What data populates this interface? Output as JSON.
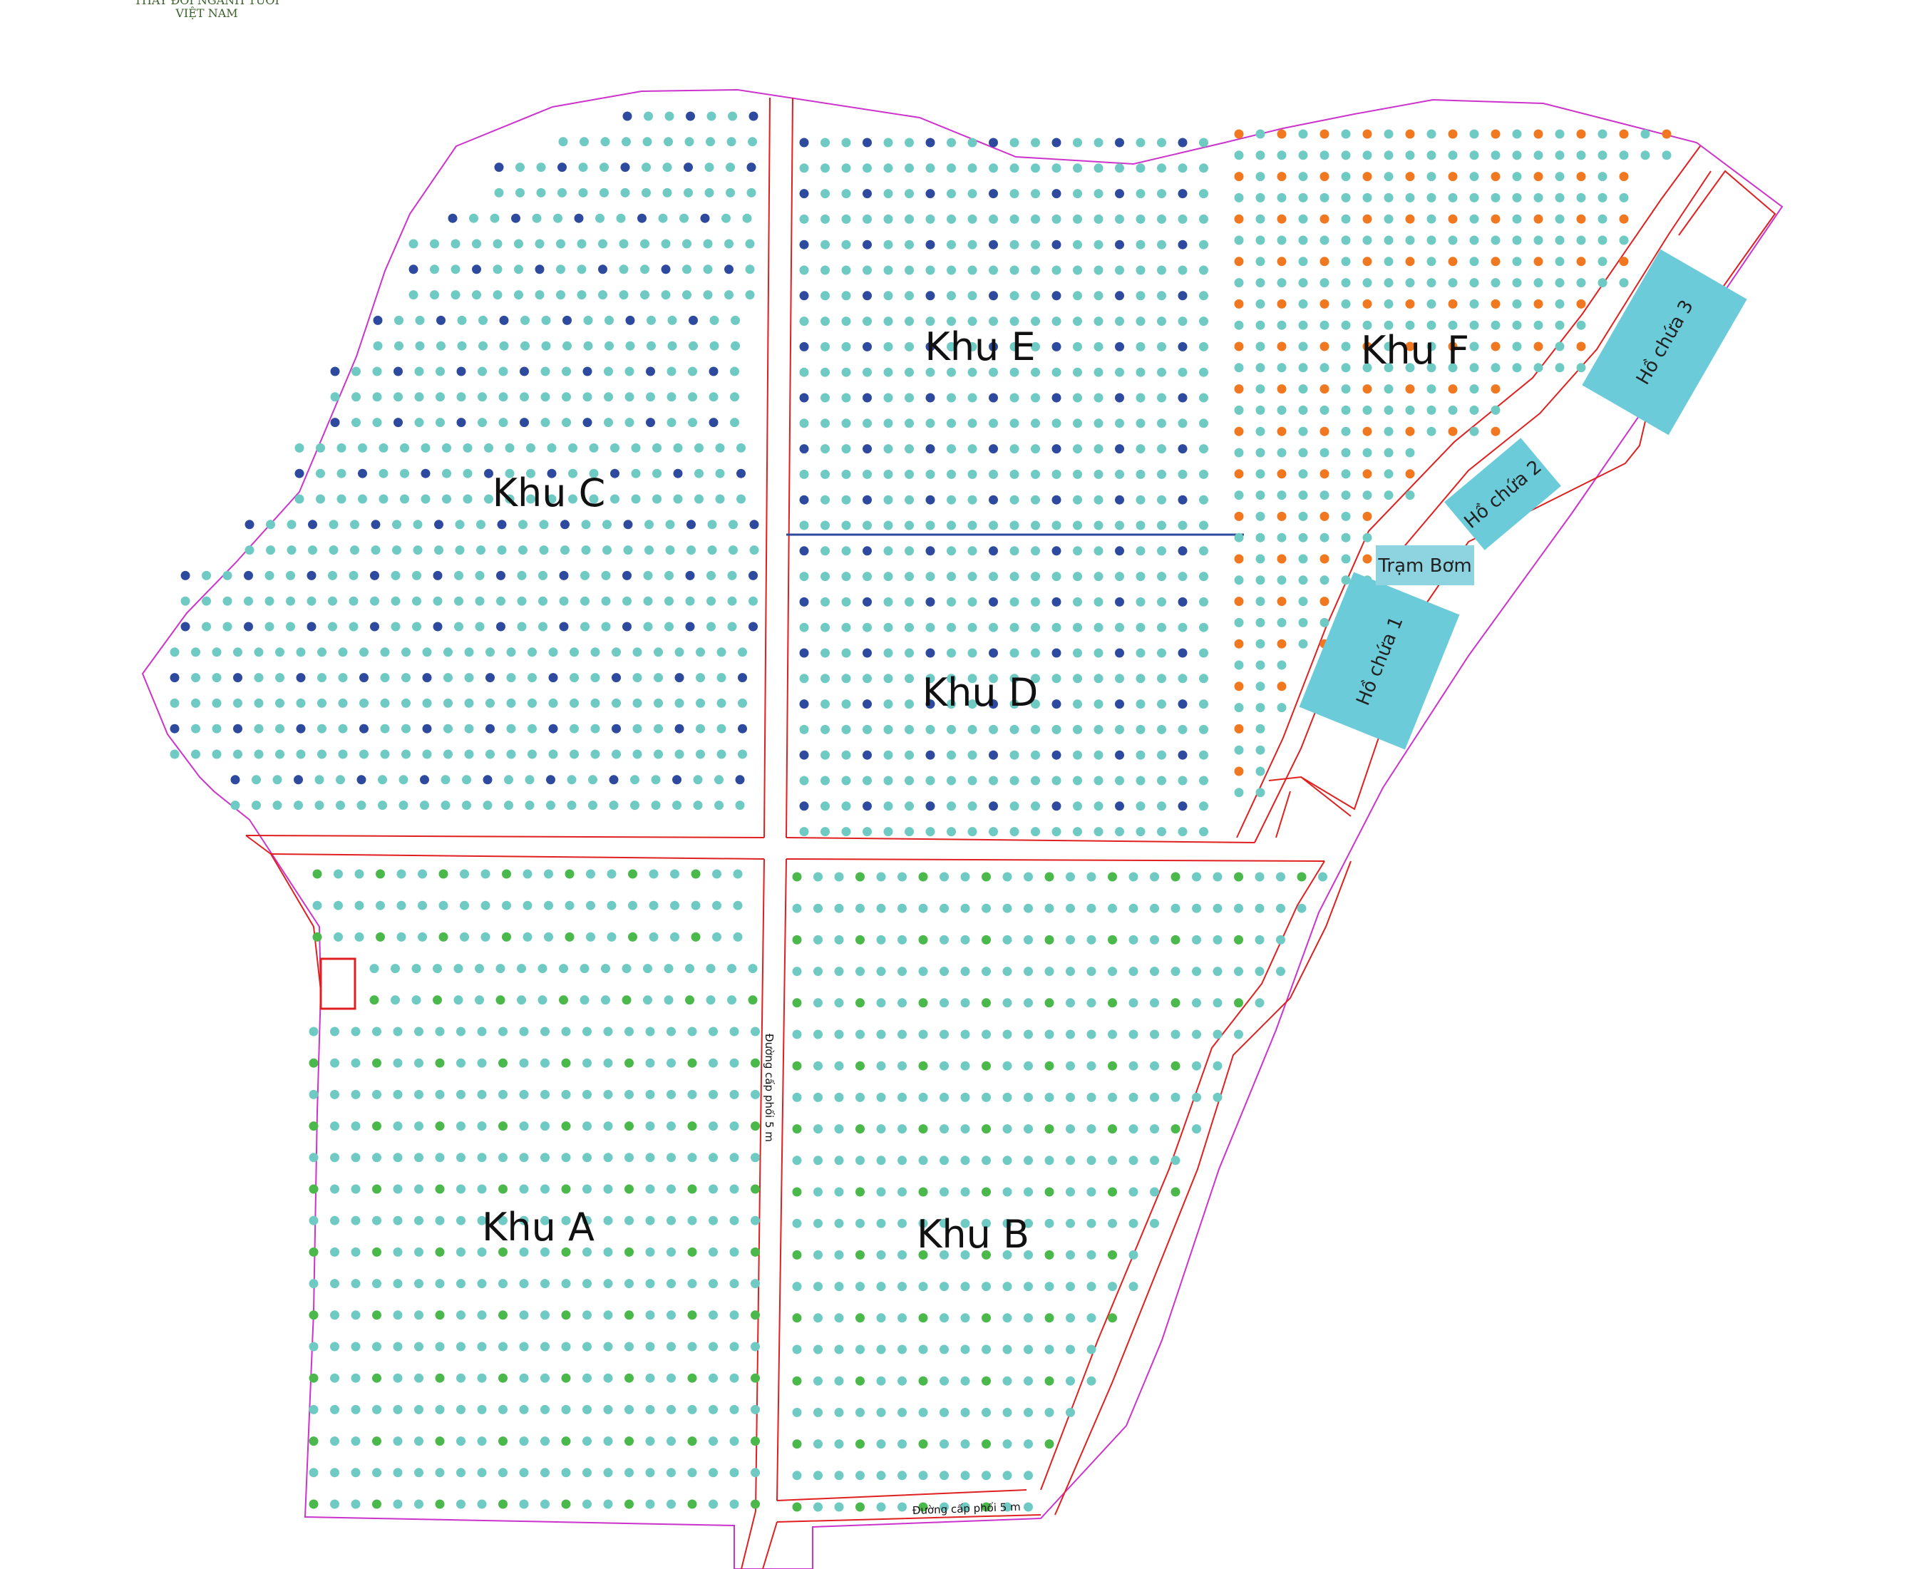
{
  "logo": {
    "line1": "THAY ĐỔI NGÀNH TƯỚI",
    "line2": "VIỆT NAM"
  },
  "zones": {
    "a": "Khu A",
    "b": "Khu B",
    "c": "Khu C",
    "d": "Khu D",
    "e": "Khu E",
    "f": "Khu F"
  },
  "structures": {
    "reservoir_1": "Hồ chứa 1",
    "reservoir_2": "Hồ chứa 2",
    "reservoir_3": "Hồ chứa 3",
    "pump_station": "Trạm Bơm"
  },
  "roads": {
    "vertical": "Đường cấp phối 5 m",
    "horizontal": "Đường cấp phối 5 m"
  },
  "colors": {
    "boundary": "#cc33cc",
    "road": "#e02020",
    "plant": "#6fcac4",
    "zone_c_e_marker": "#2e4a9e",
    "zone_a_b_marker": "#4ab84a",
    "zone_f_marker": "#f07820",
    "reservoir": "#6ccbd9",
    "pump": "#8ed3e0"
  }
}
